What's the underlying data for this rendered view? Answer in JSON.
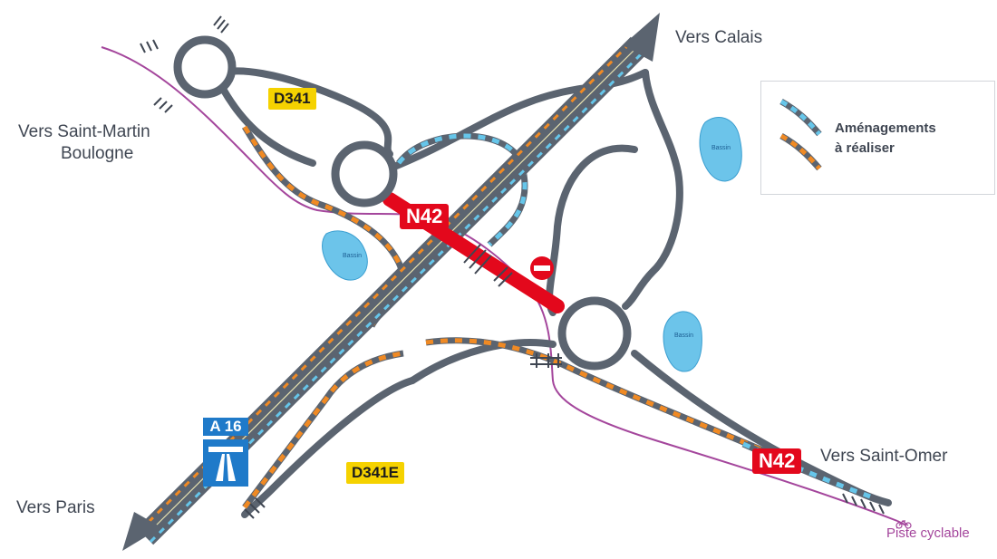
{
  "colors": {
    "road": "#5b6470",
    "road_edge": "#3f4652",
    "planned_orange": "#f08a24",
    "planned_blue": "#66c6ea",
    "closure_red": "#e3081c",
    "cycle_path": "#a4469c",
    "basin": "#6cc4ea",
    "badge_yellow": "#f5d200",
    "badge_blue": "#1f7ac9"
  },
  "places": {
    "calais": "Vers Calais",
    "saint_martin_line1": "Vers Saint-Martin",
    "saint_martin_line2": "Boulogne",
    "saint_omer": "Vers Saint-Omer",
    "paris": "Vers Paris"
  },
  "roads": {
    "d341": "D341",
    "d341e": "D341E",
    "n42_top": "N42",
    "n42_bottom": "N42",
    "a16": "A 16"
  },
  "basins": {
    "b1": "Bassin",
    "b2": "Bassin",
    "b3": "Bassin"
  },
  "legend": {
    "line1": "Aménagements",
    "line2": "à réaliser"
  },
  "cycle_path_label": "Piste cyclable",
  "icons": {
    "no_entry": "no-entry-icon",
    "motorway": "motorway-icon",
    "bicycle": "bicycle-icon"
  }
}
